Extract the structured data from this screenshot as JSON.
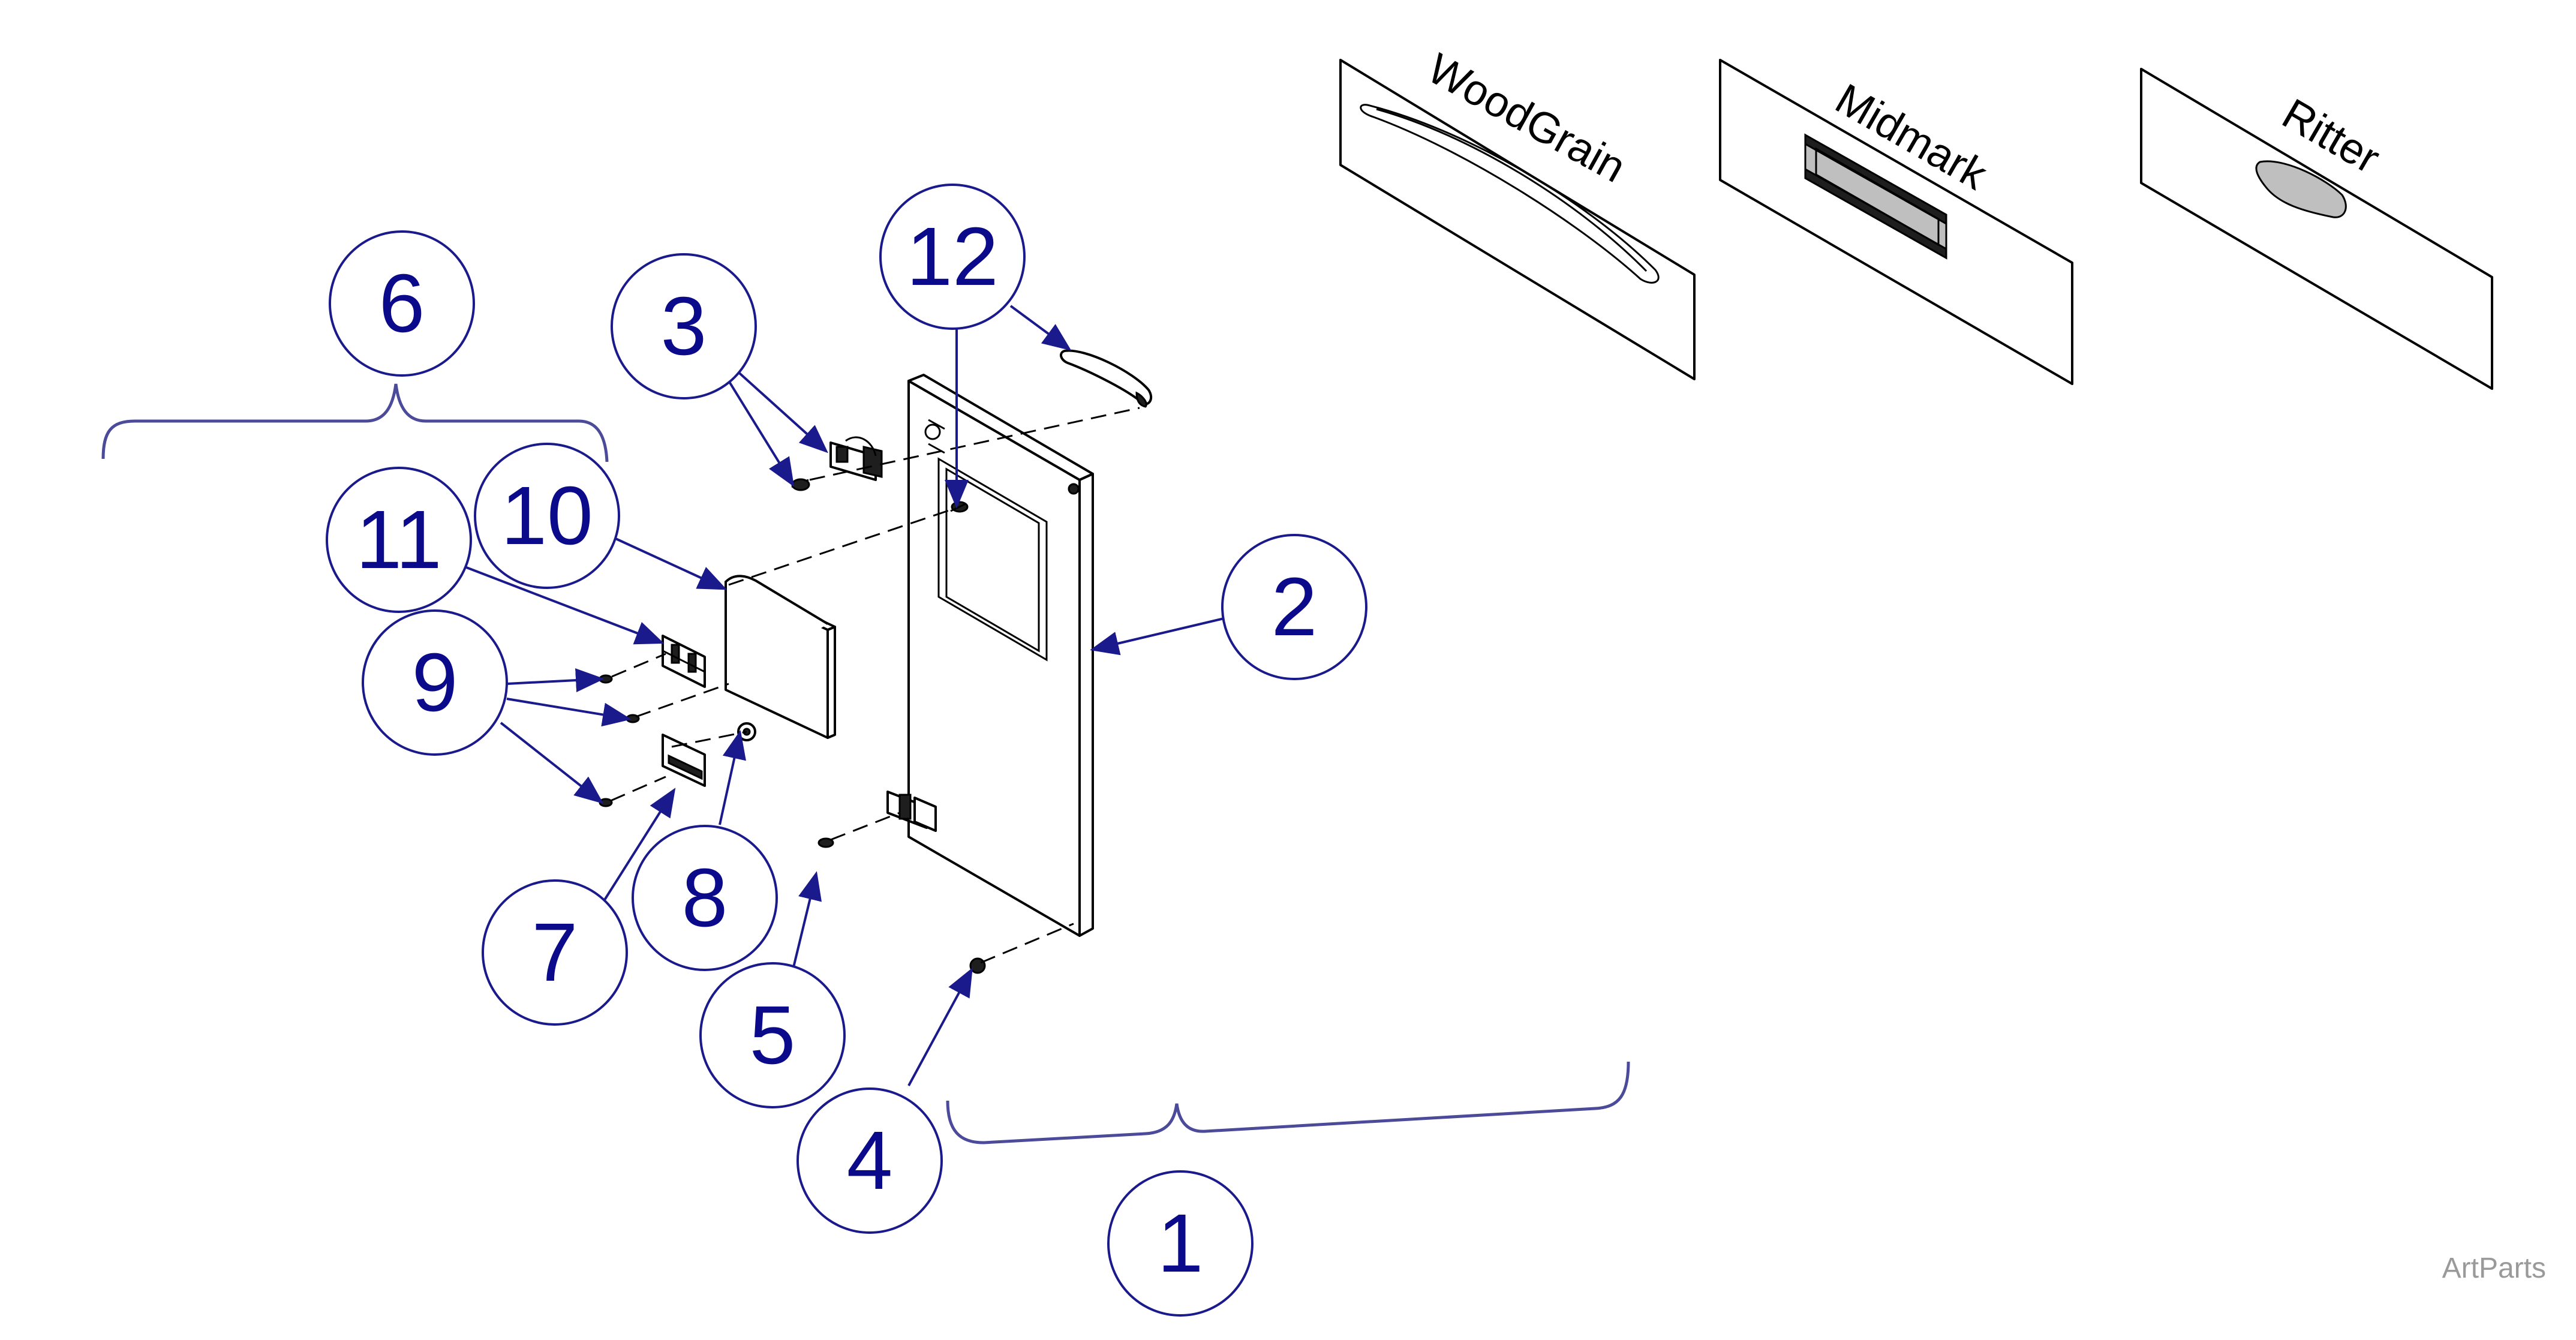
{
  "drawing": {
    "callouts": [
      {
        "label": "1"
      },
      {
        "label": "2"
      },
      {
        "label": "3"
      },
      {
        "label": "4"
      },
      {
        "label": "5"
      },
      {
        "label": "6"
      },
      {
        "label": "7"
      },
      {
        "label": "8"
      },
      {
        "label": "9"
      },
      {
        "label": "10"
      },
      {
        "label": "11"
      },
      {
        "label": "12"
      }
    ],
    "panels": [
      {
        "label": "WoodGrain"
      },
      {
        "label": "Midmark"
      },
      {
        "label": "Ritter"
      }
    ],
    "watermark": "ArtParts",
    "colors": {
      "callout": "#1a1a8c",
      "brace": "#4b4b9a",
      "line": "#000000",
      "watermark": "#9a9a9a"
    }
  }
}
